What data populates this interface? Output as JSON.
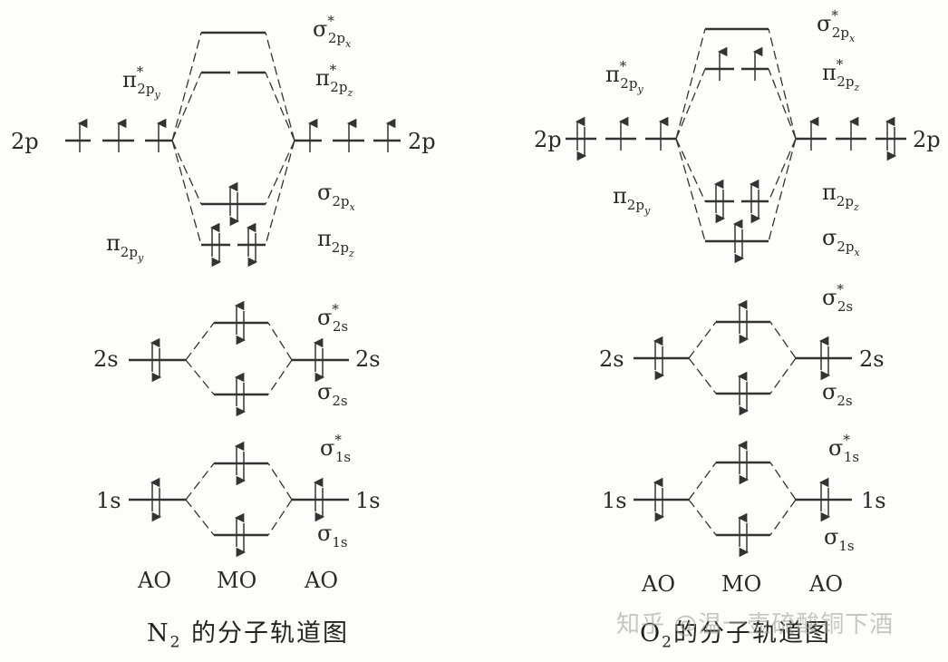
{
  "colors": {
    "ink": "#333333",
    "paper": "#fdfdfb",
    "watermark": "#a0a0a0"
  },
  "watermark": "知乎 @温一壶硫酸铜下酒",
  "diagrams": [
    {
      "molecule": "N",
      "molecule_sub": "2",
      "caption_rest": " 的分子轨道图",
      "ao_left_label": "AO",
      "mo_label": "MO",
      "ao_right_label": "AO",
      "ao_2p": "2p",
      "ao_2s": "2s",
      "ao_1s": "1s",
      "mo": {
        "sigma_star_2px": {
          "sym": "σ",
          "star": "*",
          "sub": "2p",
          "subsub": "x"
        },
        "pi_star_2pz": {
          "sym": "π",
          "star": "*",
          "sub": "2p",
          "subsub": "z"
        },
        "pi_star_2py": {
          "sym": "π",
          "star": "*",
          "sub": "2p",
          "subsub": "y"
        },
        "sigma_2px": {
          "sym": "σ",
          "star": "",
          "sub": "2p",
          "subsub": "x"
        },
        "pi_2pz": {
          "sym": "π",
          "star": "",
          "sub": "2p",
          "subsub": "z"
        },
        "pi_2py": {
          "sym": "π",
          "star": "",
          "sub": "2p",
          "subsub": "y"
        },
        "sigma_star_2s": {
          "sym": "σ",
          "star": "*",
          "sub": "2s"
        },
        "sigma_2s": {
          "sym": "σ",
          "star": "",
          "sub": "2s"
        },
        "sigma_star_1s": {
          "sym": "σ",
          "star": "*",
          "sub": "1s"
        },
        "sigma_1s": {
          "sym": "σ",
          "star": "",
          "sub": "1s"
        }
      }
    },
    {
      "molecule": "O",
      "molecule_sub": "2",
      "caption_rest": "的分子轨道图",
      "ao_left_label": "AO",
      "mo_label": "MO",
      "ao_right_label": "AO",
      "ao_2p": "2p",
      "ao_2s": "2s",
      "ao_1s": "1s",
      "mo": {
        "sigma_star_2px": {
          "sym": "σ",
          "star": "*",
          "sub": "2p",
          "subsub": "x"
        },
        "pi_star_2pz": {
          "sym": "π",
          "star": "*",
          "sub": "2p",
          "subsub": "z"
        },
        "pi_star_2py": {
          "sym": "π",
          "star": "*",
          "sub": "2p",
          "subsub": "y"
        },
        "pi_2py": {
          "sym": "π",
          "star": "",
          "sub": "2p",
          "subsub": "y"
        },
        "pi_2pz": {
          "sym": "π",
          "star": "",
          "sub": "2p",
          "subsub": "z"
        },
        "sigma_2px": {
          "sym": "σ",
          "star": "",
          "sub": "2p",
          "subsub": "x"
        },
        "sigma_star_2s": {
          "sym": "σ",
          "star": "*",
          "sub": "2s"
        },
        "sigma_2s": {
          "sym": "σ",
          "star": "",
          "sub": "2s"
        },
        "sigma_star_1s": {
          "sym": "σ",
          "star": "*",
          "sub": "1s"
        },
        "sigma_1s": {
          "sym": "σ",
          "star": "",
          "sub": "1s"
        }
      }
    }
  ]
}
